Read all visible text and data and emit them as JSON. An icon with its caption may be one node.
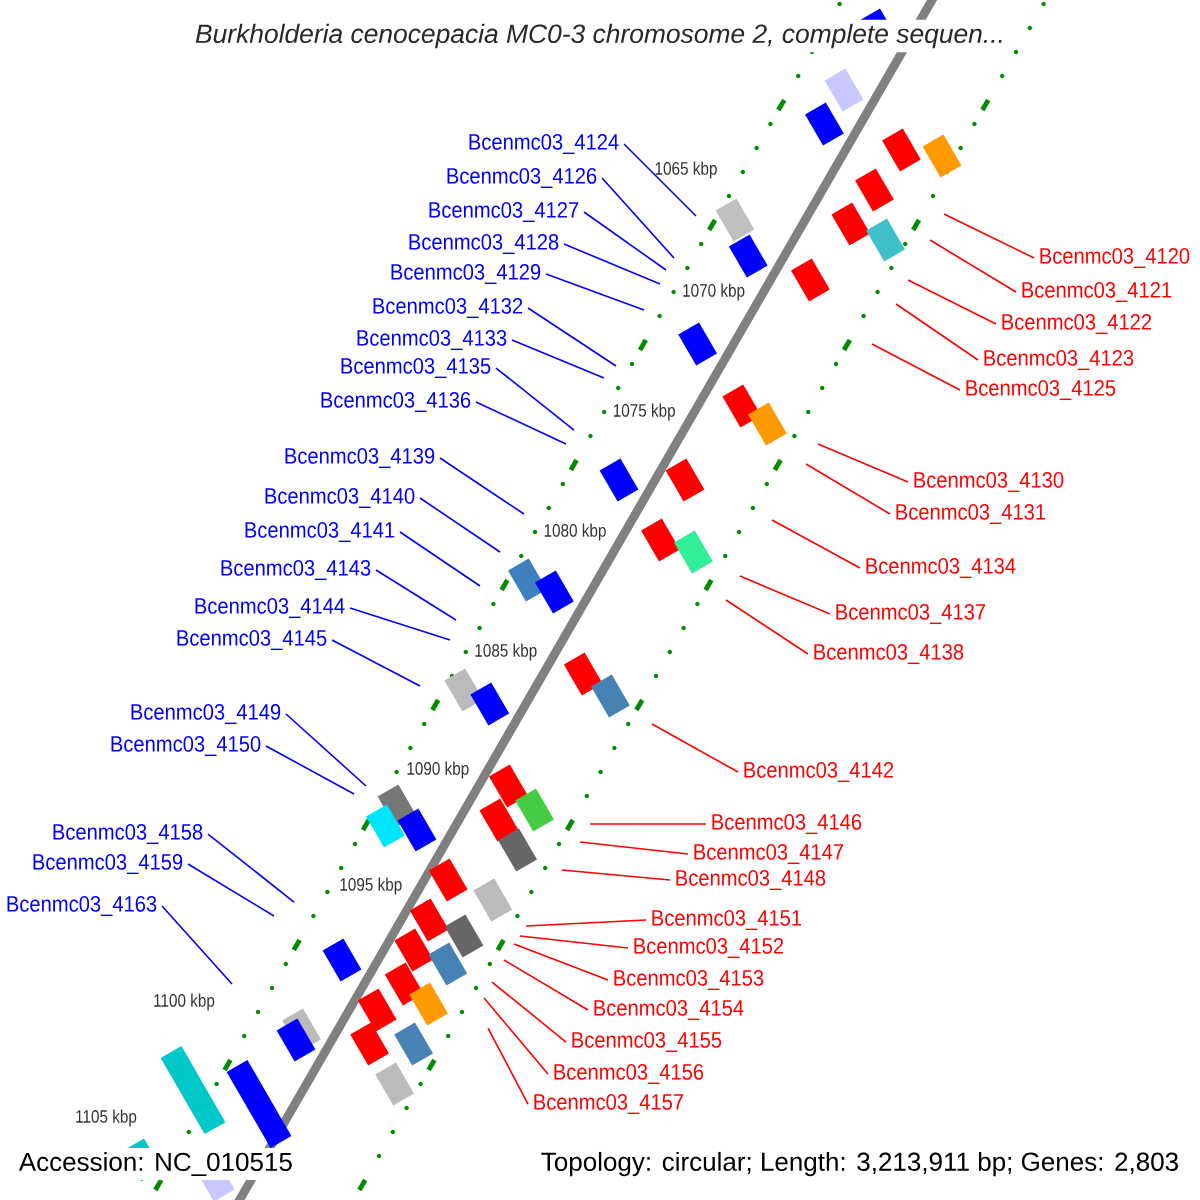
{
  "diagram": {
    "title": "*Burkholderia cenocepacia* MC0-3 chromosome 2, complete sequen...",
    "nodes": [
      {
        "text": [
          "Bcenmc03_4124"
        ]
      },
      {
        "text": [
          "Bcenmc03_4126"
        ]
      },
      {
        "text": [
          "Bcenmc03_4127"
        ]
      },
      {
        "text": [
          "Bcenmc03_4128"
        ]
      },
      {
        "text": [
          "Bcenmc03_4129"
        ]
      },
      {
        "text": [
          "Bcenmc03_4132"
        ]
      },
      {
        "text": [
          "Bcenmc03_4133"
        ]
      },
      {
        "text": [
          "Bcenmc03_4135"
        ]
      },
      {
        "text": [
          "Bcenmc03_4136"
        ]
      },
      {
        "text": [
          "Bcenmc03_4139"
        ]
      },
      {
        "text": [
          "Bcenmc03_4140"
        ]
      },
      {
        "text": [
          "Bcenmc03_4141"
        ]
      },
      {
        "text": [
          "Bcenmc03_4143"
        ]
      },
      {
        "text": [
          "Bcenmc03_4144"
        ]
      },
      {
        "text": [
          "Bcenmc03_4145"
        ]
      },
      {
        "text": [
          "Bcenmc03_4149"
        ]
      },
      {
        "text": [
          "Bcenmc03_4150"
        ]
      },
      {
        "text": [
          "Bcenmc03_4158"
        ]
      },
      {
        "text": [
          "Bcenmc03_4159"
        ]
      },
      {
        "text": [
          "Bcenmc03_4163"
        ]
      },
      {
        "text": [
          "Bcenmc03_4120"
        ]
      },
      {
        "text": [
          "Bcenmc03_4121"
        ]
      },
      {
        "text": [
          "Bcenmc03_4122"
        ]
      },
      {
        "text": [
          "Bcenmc03_4123"
        ]
      },
      {
        "text": [
          "Bcenmc03_4125"
        ]
      },
      {
        "text": [
          "Bcenmc03_4130"
        ]
      },
      {
        "text": [
          "Bcenmc03_4131"
        ]
      },
      {
        "text": [
          "Bcenmc03_4134"
        ]
      },
      {
        "text": [
          "Bcenmc03_4137"
        ]
      },
      {
        "text": [
          "Bcenmc03_4138"
        ]
      },
      {
        "text": [
          "Bcenmc03_4142"
        ]
      },
      {
        "text": [
          "Bcenmc03_4146"
        ]
      },
      {
        "text": [
          "Bcenmc03_4147"
        ]
      },
      {
        "text": [
          "Bcenmc03_4148"
        ]
      },
      {
        "text": [
          "Bcenmc03_4151"
        ]
      },
      {
        "text": [
          "Bcenmc03_4152"
        ]
      },
      {
        "text": [
          "Bcenmc03_4153"
        ]
      },
      {
        "text": [
          "Bcenmc03_4154"
        ]
      },
      {
        "text": [
          "Bcenmc03_4155"
        ]
      },
      {
        "text": [
          "Bcenmc03_4156"
        ]
      },
      {
        "text": [
          "Bcenmc03_4157"
        ]
      }
    ],
    "edges": [
      {
        "from": 0,
        "to": null,
        "arrow": "none",
        "color": "#0000ff"
      },
      {
        "from": 1,
        "to": null,
        "arrow": "none",
        "color": "#0000ff"
      },
      {
        "from": 2,
        "to": null,
        "arrow": "none",
        "color": "#0000ff"
      },
      {
        "from": 3,
        "to": null,
        "arrow": "none",
        "color": "#0000ff"
      },
      {
        "from": 4,
        "to": null,
        "arrow": "none",
        "color": "#0000ff"
      },
      {
        "from": 5,
        "to": null,
        "arrow": "none",
        "color": "#0000ff"
      },
      {
        "from": 6,
        "to": null,
        "arrow": "none",
        "color": "#0000ff"
      },
      {
        "from": 7,
        "to": null,
        "arrow": "none",
        "color": "#0000ff"
      },
      {
        "from": 8,
        "to": null,
        "arrow": "none",
        "color": "#0000ff"
      },
      {
        "from": 9,
        "to": null,
        "arrow": "none",
        "color": "#0000ff"
      },
      {
        "from": 10,
        "to": null,
        "arrow": "none",
        "color": "#0000ff"
      },
      {
        "from": 11,
        "to": null,
        "arrow": "none",
        "color": "#0000ff"
      },
      {
        "from": 12,
        "to": null,
        "arrow": "none",
        "color": "#0000ff"
      },
      {
        "from": 13,
        "to": null,
        "arrow": "none",
        "color": "#0000ff"
      },
      {
        "from": 14,
        "to": null,
        "arrow": "none",
        "color": "#0000ff"
      },
      {
        "from": 15,
        "to": null,
        "arrow": "none",
        "color": "#0000ff"
      },
      {
        "from": 16,
        "to": null,
        "arrow": "none",
        "color": "#0000ff"
      },
      {
        "from": 17,
        "to": null,
        "arrow": "none",
        "color": "#0000ff"
      },
      {
        "from": 18,
        "to": null,
        "arrow": "none",
        "color": "#0000ff"
      },
      {
        "from": 19,
        "to": null,
        "arrow": "none",
        "color": "#0000ff"
      },
      {
        "from": 20,
        "to": null,
        "arrow": "none"
      },
      {
        "from": 21,
        "to": null,
        "arrow": "none"
      },
      {
        "from": 22,
        "to": null,
        "arrow": "none"
      },
      {
        "from": 23,
        "to": null,
        "arrow": "none"
      },
      {
        "from": 24,
        "to": null,
        "arrow": "none"
      },
      {
        "from": 25,
        "to": null,
        "arrow": "none"
      },
      {
        "from": 26,
        "to": null,
        "arrow": "none"
      },
      {
        "from": 27,
        "to": null,
        "arrow": "none"
      },
      {
        "from": 28,
        "to": null,
        "arrow": "none"
      },
      {
        "from": 29,
        "to": null,
        "arrow": "none"
      },
      {
        "from": 30,
        "to": null,
        "arrow": "none"
      },
      {
        "from": 31,
        "to": null,
        "arrow": "none"
      },
      {
        "from": 32,
        "to": null,
        "arrow": "none"
      },
      {
        "from": 33,
        "to": null,
        "arrow": "none"
      },
      {
        "from": 34,
        "to": null,
        "arrow": "none"
      },
      {
        "from": 35,
        "to": null,
        "arrow": "none"
      },
      {
        "from": 36,
        "to": null,
        "arrow": "none"
      },
      {
        "from": 37,
        "to": null,
        "arrow": "none"
      },
      {
        "from": 38,
        "to": null,
        "arrow": "none"
      },
      {
        "from": 39,
        "to": null,
        "arrow": "none"
      },
      {
        "from": 40,
        "to": null,
        "arrow": "none"
      }
    ],
    "labels": [
      "1065 kbp",
      "1070 kbp",
      "1075 kbp",
      "1080 kbp",
      "1085 kbp",
      "1090 kbp",
      "1095 kbp",
      "1100 kbp",
      "1105 kbp",
      "Accession: NC_010515",
      "Topology: circular; Length: 3,213,911 bp; Genes: 2,803"
    ]
  }
}
